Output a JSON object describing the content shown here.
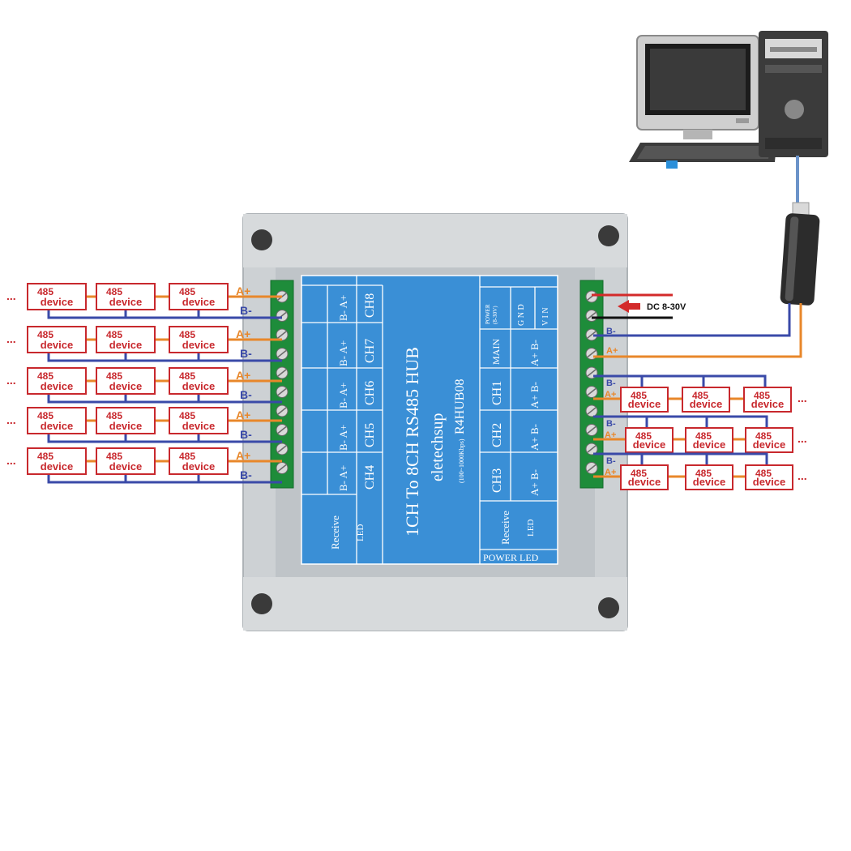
{
  "device": {
    "num": "485",
    "word": "device",
    "ellipsis": "..."
  },
  "wires": {
    "a_label": "A+",
    "b_label": "B-",
    "dc_label": "DC 8-30V",
    "color_a": "#e8872a",
    "color_b": "#3a4aa8",
    "color_power": "#d32a2a",
    "color_gnd": "#111111",
    "color_usb": "#6b93c9"
  },
  "label": {
    "title": "1CH To 8CH RS485 HUB",
    "brand": "eletechsup",
    "model": "R4HUB08",
    "speed": "(100~1000Kbps)",
    "power_top": "POWER",
    "power_range": "(8-30V)",
    "vin": "V I N",
    "gnd": "G N D",
    "main": "MAIN",
    "ch1": "CH1",
    "ch2": "CH2",
    "ch3": "CH3",
    "ch4": "CH4",
    "ch5": "CH5",
    "ch6": "CH6",
    "ch7": "CH7",
    "ch8": "CH8",
    "pins_right": "A+ B-",
    "pins_left": "B- A+",
    "pins_main": "A+ B-",
    "receive": "Receive",
    "led": "LED",
    "power_led": "POWER LED",
    "color_panel": "#3a8fd6"
  }
}
